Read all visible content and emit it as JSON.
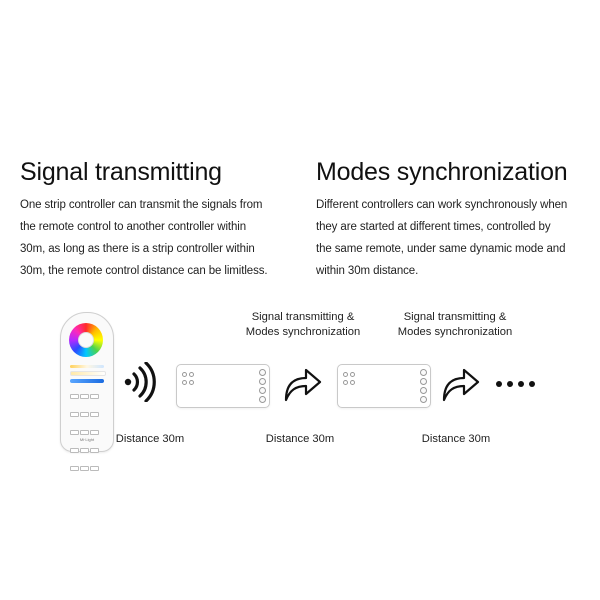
{
  "sections": [
    {
      "title": "Signal transmitting",
      "lines": [
        "One strip controller can transmit the signals from",
        "the remote control to another controller within",
        "30m, as long as there is a strip controller within",
        "30m, the remote control distance can be limitless."
      ]
    },
    {
      "title": "Modes synchronization",
      "lines": [
        "Different controllers can work synchronously when",
        "they are started at different times, controlled by",
        "the same remote, under same dynamic mode and",
        "within 30m distance."
      ]
    }
  ],
  "diagram": {
    "remote_brand": "Mi·Light",
    "step_labels": [
      {
        "line1": "Signal transmitting &",
        "line2": "Modes synchronization"
      },
      {
        "line1": "Signal transmitting &",
        "line2": "Modes synchronization"
      }
    ],
    "distances": [
      "Distance 30m",
      "Distance 30m",
      "Distance 30m"
    ],
    "icons": {
      "signal": "wireless-signal-icon",
      "forward": "curved-arrow-icon",
      "continue": "ellipsis-dots-icon"
    },
    "colors": {
      "text": "#111111",
      "arrow": "#111111"
    }
  }
}
